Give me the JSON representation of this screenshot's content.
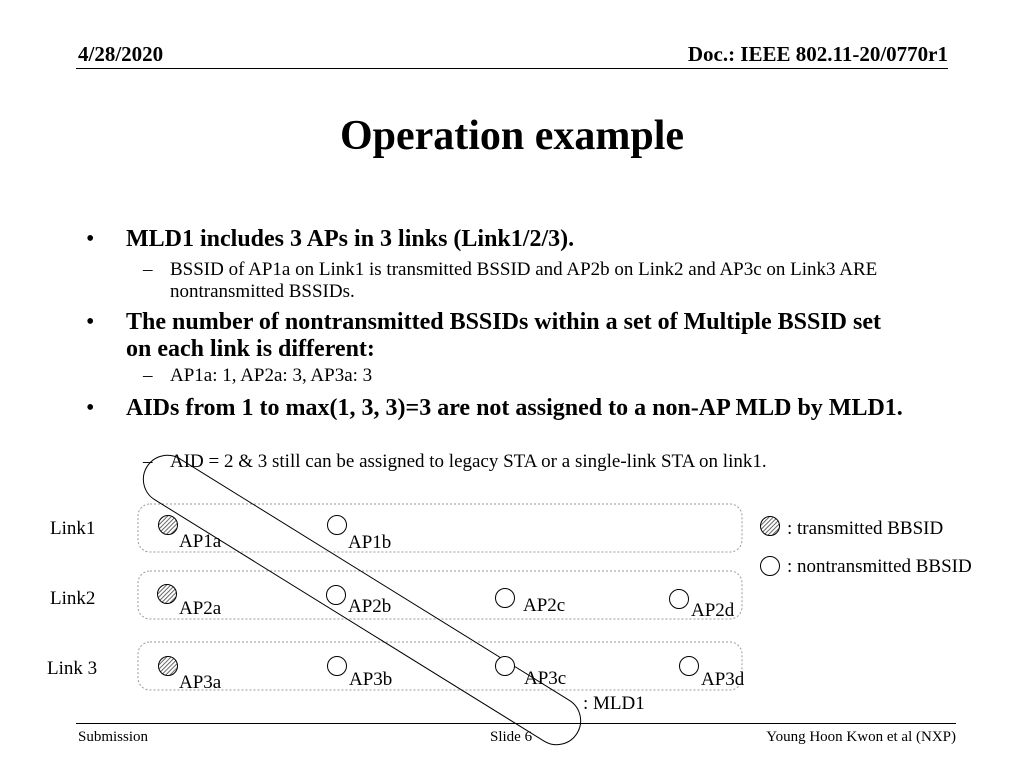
{
  "header": {
    "date": "4/28/2020",
    "doc": "Doc.: IEEE 802.11-20/0770r1"
  },
  "title": "Operation example",
  "bullets": [
    {
      "text": "MLD1 includes 3 APs in 3 links (Link1/2/3).",
      "subs": [
        "BSSID of AP1a on Link1 is transmitted BSSID and AP2b on Link2 and AP3c on Link3 ARE nontransmitted BSSIDs."
      ]
    },
    {
      "text": "The number of nontransmitted BSSIDs within a set of Multiple BSSID set on each link is different:",
      "subs": [
        "AP1a: 1, AP2a: 3, AP3a: 3"
      ]
    },
    {
      "text": "AIDs from 1 to max(1, 3, 3)=3 are not assigned to a non-AP MLD by MLD1.",
      "subs": [
        "AID = 2 & 3 still can be assigned to legacy STA or a single-link STA on link1."
      ]
    }
  ],
  "diagram": {
    "links": [
      "Link1",
      "Link2",
      "Link 3"
    ],
    "aps": [
      "AP1a",
      "AP1b",
      "AP2a",
      "AP2b",
      "AP2c",
      "AP2d",
      "AP3a",
      "AP3b",
      "AP3c",
      "AP3d"
    ],
    "legend": {
      "transmitted": ": transmitted BBSID",
      "nontransmitted": ": nontransmitted BBSID",
      "mld": ": MLD1"
    }
  },
  "footer": {
    "left": "Submission",
    "center": "Slide 6",
    "right": "Young Hoon Kwon et al (NXP)"
  }
}
